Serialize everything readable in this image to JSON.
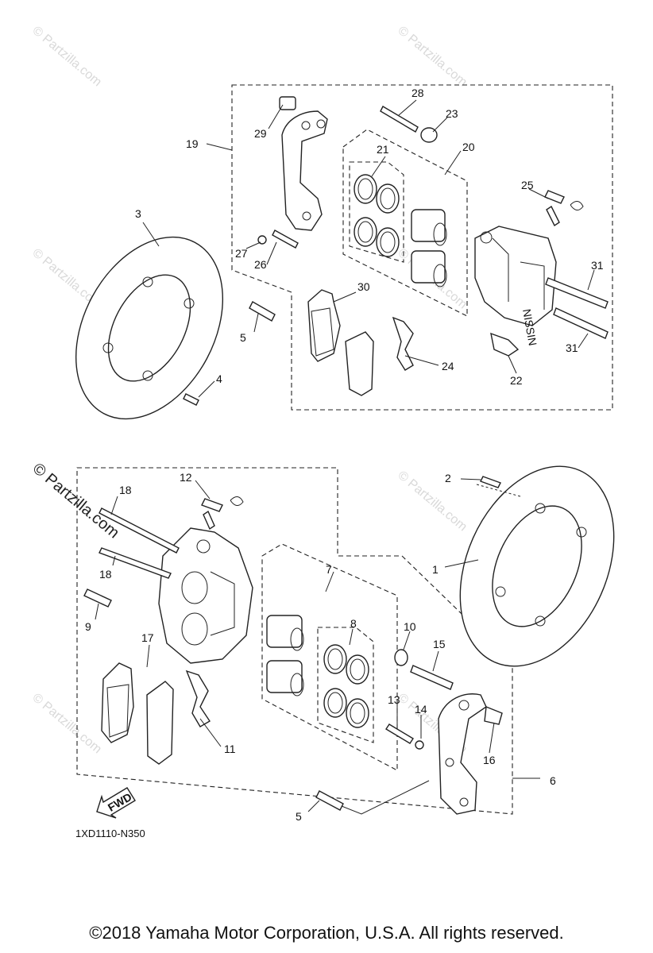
{
  "diagram": {
    "code": "1XD1110-N350",
    "fwd_label": "FWD",
    "copyright": "©2018 Yamaha Motor Corporation, U.S.A. All rights reserved.",
    "watermark": "© Partzilla.com",
    "callouts": {
      "c1": "1",
      "c2": "2",
      "c3": "3",
      "c4": "4",
      "c5a": "5",
      "c5b": "5",
      "c6": "6",
      "c7": "7",
      "c8": "8",
      "c9": "9",
      "c10": "10",
      "c11": "11",
      "c12": "12",
      "c13": "13",
      "c14": "14",
      "c15": "15",
      "c16": "16",
      "c17": "17",
      "c18a": "18",
      "c18b": "18",
      "c19": "19",
      "c20": "20",
      "c21": "21",
      "c22": "22",
      "c23": "23",
      "c24": "24",
      "c25": "25",
      "c26": "26",
      "c27": "27",
      "c28": "28",
      "c29": "29",
      "c30": "30",
      "c31a": "31",
      "c31b": "31"
    }
  }
}
